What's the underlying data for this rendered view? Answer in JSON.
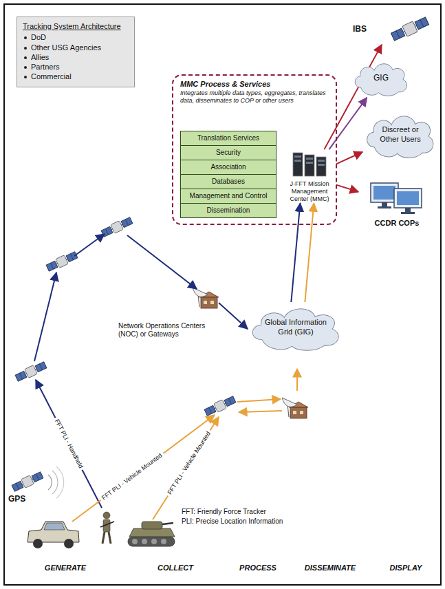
{
  "diagram": {
    "nodes": [
      {
        "text": [
          "Tracking System Architecture",
          "DoD",
          "Other USG Agencies",
          "Allies",
          "Partners",
          "Commercial"
        ]
      },
      {
        "text": [
          "Global Information Grid (GIG)"
        ]
      },
      {
        "text": [
          "MMC Process & Services",
          "Integrates multiple data types, eggregates, translates data, disseminates to COP or other users"
        ]
      },
      {
        "text": [
          "Translation Services"
        ],
        "in": 2
      },
      {
        "text": [
          "Security"
        ],
        "in": 2
      },
      {
        "text": [
          "Association"
        ],
        "in": 2
      },
      {
        "text": [
          "Databases"
        ],
        "in": 2
      },
      {
        "text": [
          "Management and Control"
        ],
        "in": 2
      },
      {
        "text": [
          "Dissemination"
        ],
        "in": 2
      },
      {
        "text": [
          "J-FFT Mission Management Center (MMC)"
        ],
        "in": 2
      },
      {
        "text": [
          "IBS"
        ]
      },
      {
        "text": [
          "GIG"
        ]
      },
      {
        "text": [
          "Discreet or Other Users"
        ]
      },
      {
        "text": [
          "CCDR COPs"
        ]
      }
    ],
    "edges": [
      {
        "from": 1,
        "to": 9,
        "arrow": "to"
      },
      {
        "from": 1,
        "to": 9,
        "arrow": "to"
      },
      {
        "from": 9,
        "to": 10,
        "arrow": "to"
      },
      {
        "from": 9,
        "to": 11,
        "arrow": "to"
      },
      {
        "from": 9,
        "to": 12,
        "arrow": "to"
      },
      {
        "from": 9,
        "to": 13,
        "arrow": "to"
      }
    ],
    "labels": [
      "GPS",
      "FFT PLI - Handheld",
      "FFT PLI - Vehicle Mounted",
      "FFT PLI - Vehicle Mounted",
      "FFT: Friendly Force Tracker",
      "PLI: Precise Location Information",
      "Network Operations Centers (NOC) or Gateways",
      "GENERATE",
      "COLLECT",
      "PROCESS",
      "DISSEMINATE",
      "DISPLAY"
    ]
  }
}
